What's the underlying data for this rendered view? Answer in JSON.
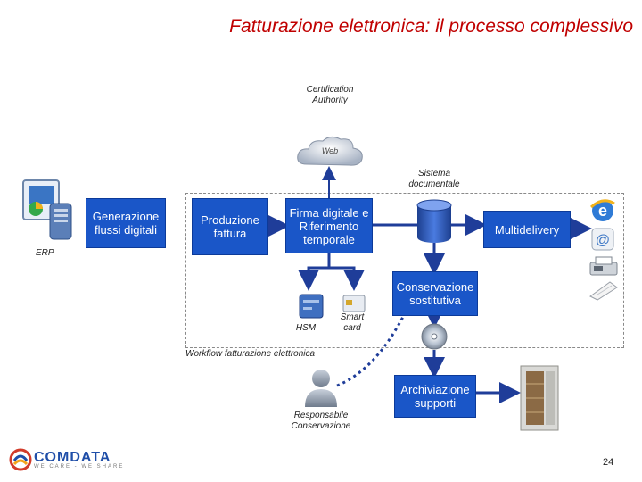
{
  "title": "Fatturazione elettronica: il processo complessivo",
  "labels": {
    "certification_authority": "Certification Authority",
    "web": "Web",
    "sistema_documentale": "Sistema documentale",
    "erp": "ERP",
    "hsm": "HSM",
    "smart_card": "Smart card",
    "workflow": "Workflow fatturazione elettronica",
    "responsabile": "Responsabile Conservazione"
  },
  "boxes": {
    "generazione": "Generazione flussi digitali",
    "produzione": "Produzione fattura",
    "firma": "Firma digitale e Riferimento temporale",
    "multidelivery": "Multidelivery",
    "conservazione": "Conservazione sostitutiva",
    "archiviazione": "Archiviazione supporti"
  },
  "logo": {
    "name": "COMDATA",
    "tagline": "WE CARE - WE SHARE"
  },
  "page_number": "24",
  "colors": {
    "title": "#c00000",
    "box": "#1a56c8",
    "arrow": "#1f3d99"
  }
}
